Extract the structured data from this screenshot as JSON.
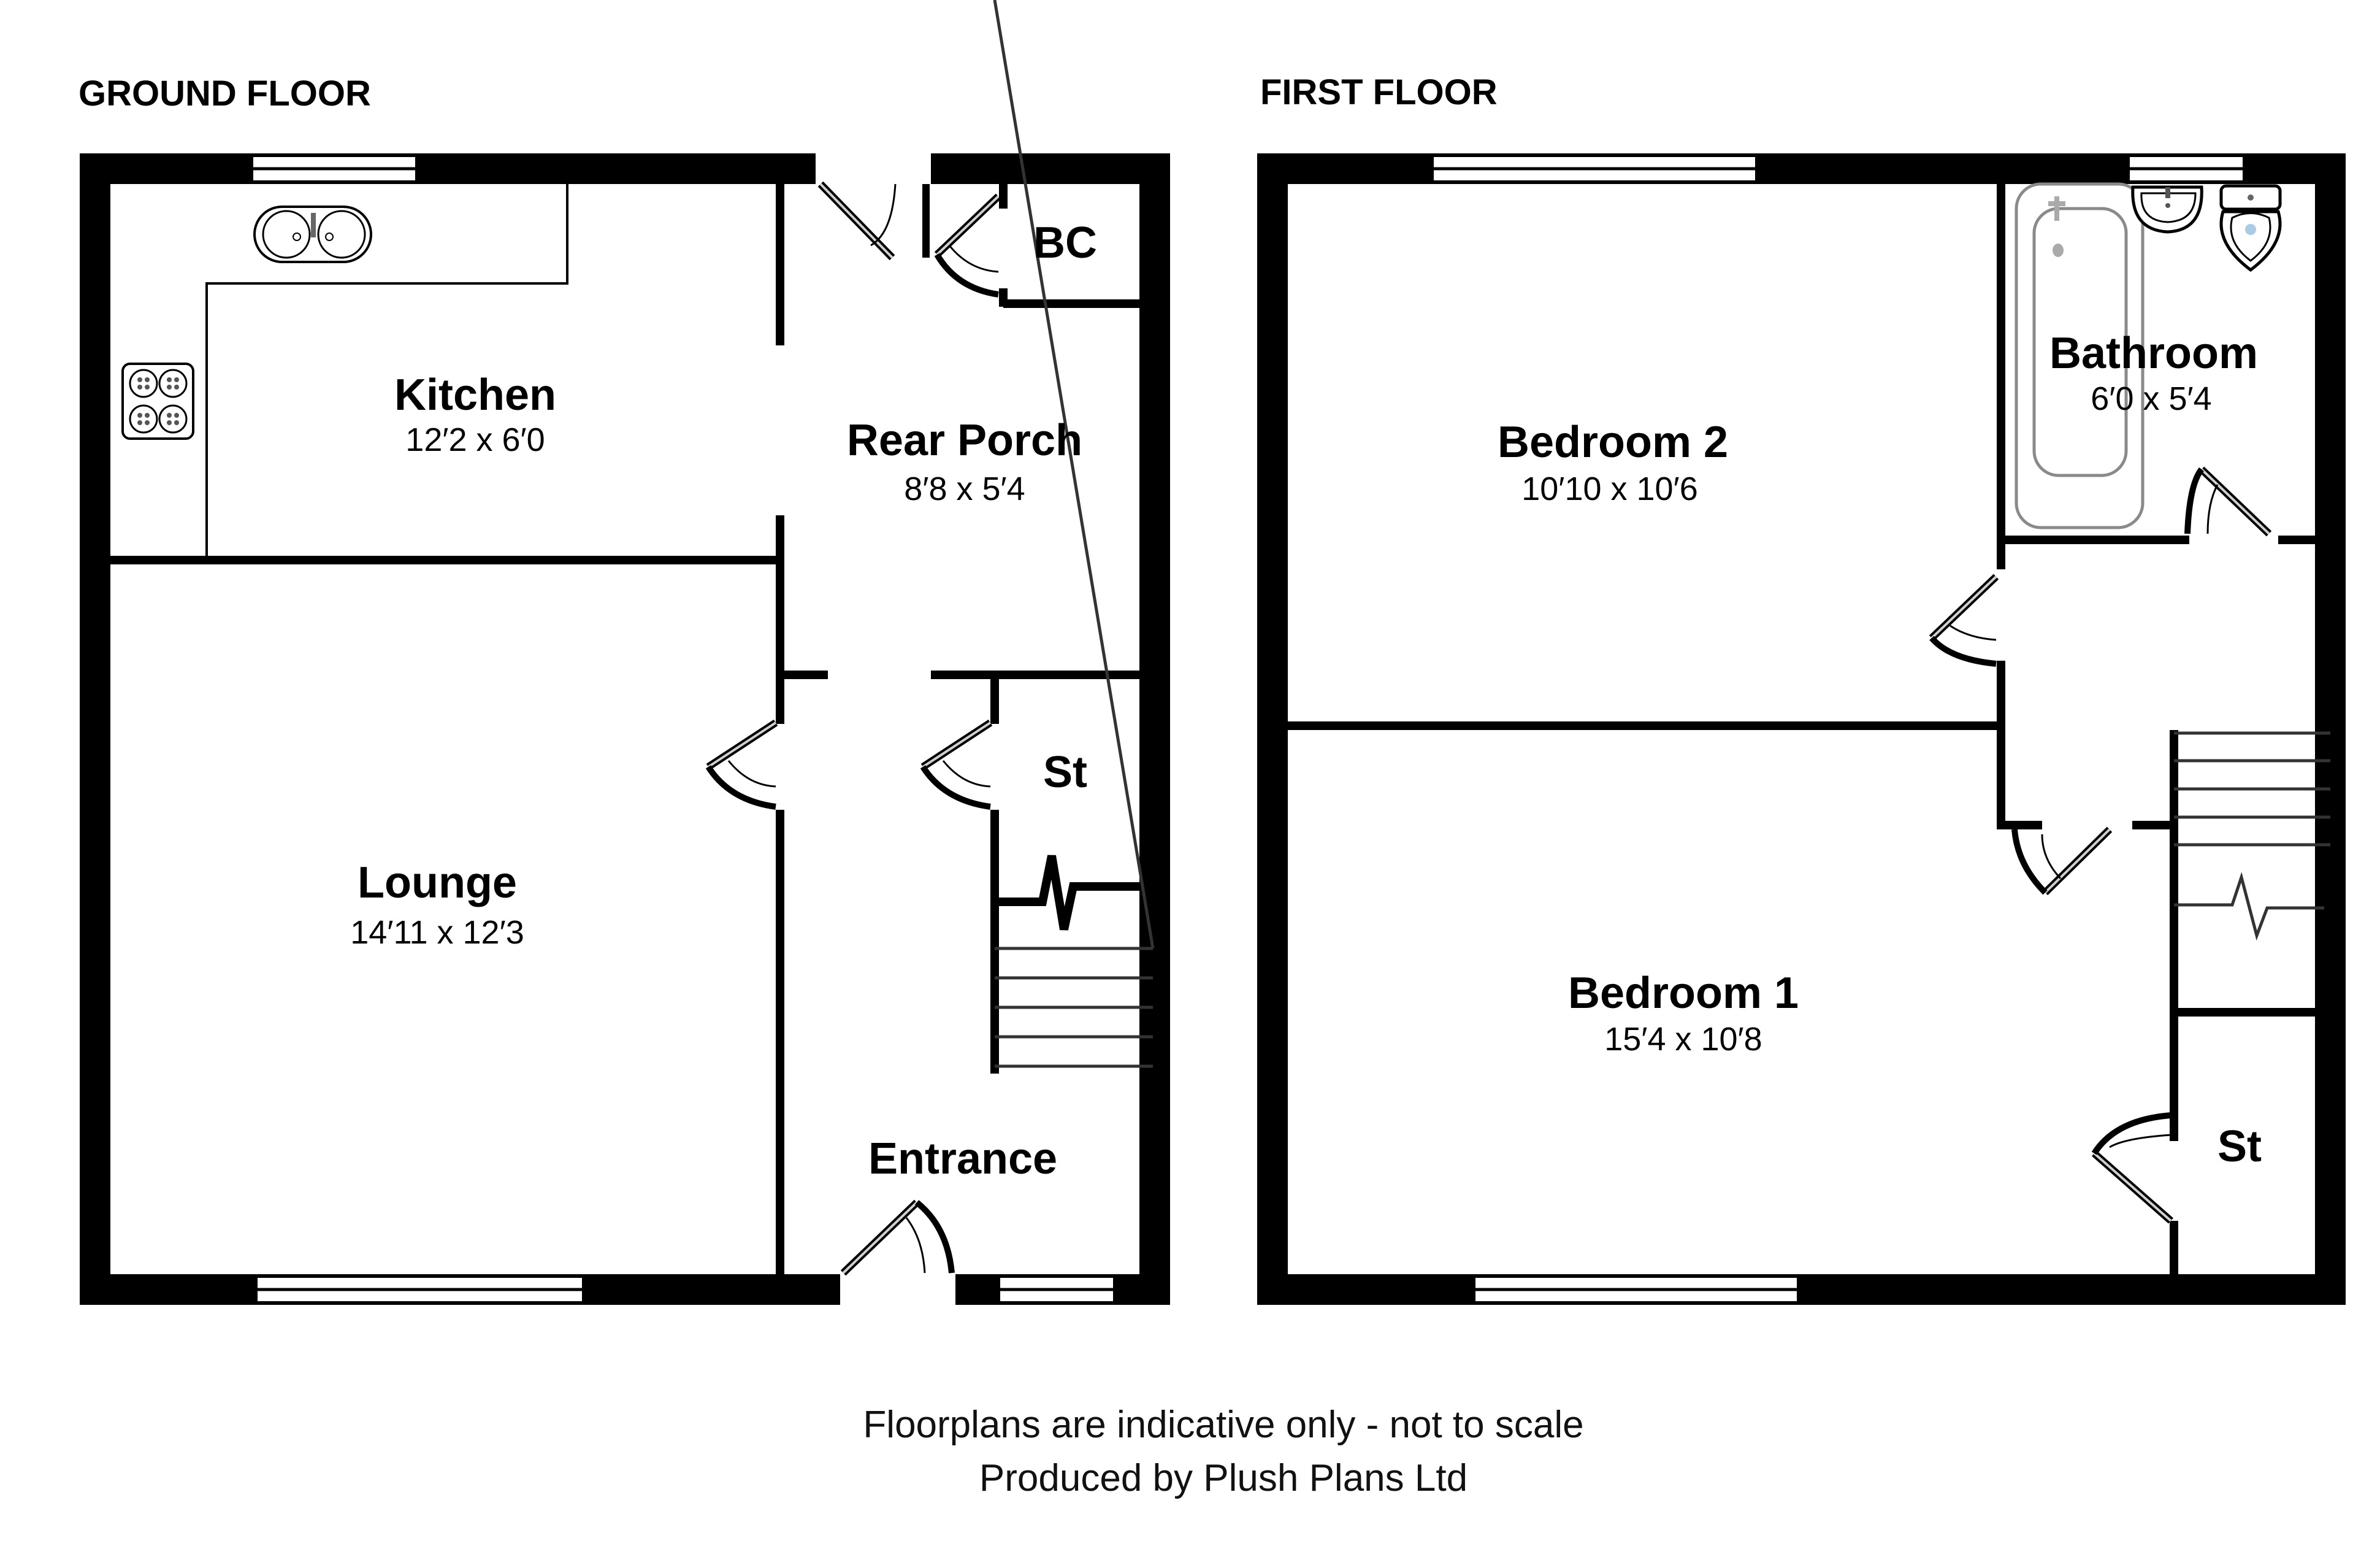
{
  "floors": {
    "ground": {
      "title": "GROUND FLOOR",
      "rooms": {
        "kitchen": {
          "name": "Kitchen",
          "dims": "12′2 x 6′0"
        },
        "rear_porch": {
          "name": "Rear Porch",
          "dims": "8′8 x 5′4"
        },
        "bc": {
          "name": "BC"
        },
        "lounge": {
          "name": "Lounge",
          "dims": "14′11 x 12′3"
        },
        "store": {
          "name": "St"
        },
        "entrance": {
          "name": "Entrance"
        }
      }
    },
    "first": {
      "title": "FIRST FLOOR",
      "rooms": {
        "bedroom2": {
          "name": "Bedroom 2",
          "dims": "10′10 x 10′6"
        },
        "bathroom": {
          "name": "Bathroom",
          "dims": "6′0 x 5′4"
        },
        "bedroom1": {
          "name": "Bedroom 1",
          "dims": "15′4 x 10′8"
        },
        "store": {
          "name": "St"
        }
      }
    }
  },
  "footer": {
    "disclaimer": "Floorplans are indicative only - not to scale",
    "producer": "Produced by Plush Plans Ltd"
  },
  "colors": {
    "wall": "#000000",
    "door_leaf_inner": "#d0d0d0",
    "bath_outline": "#8a8a8a",
    "toilet_water": "#a8cce4"
  }
}
